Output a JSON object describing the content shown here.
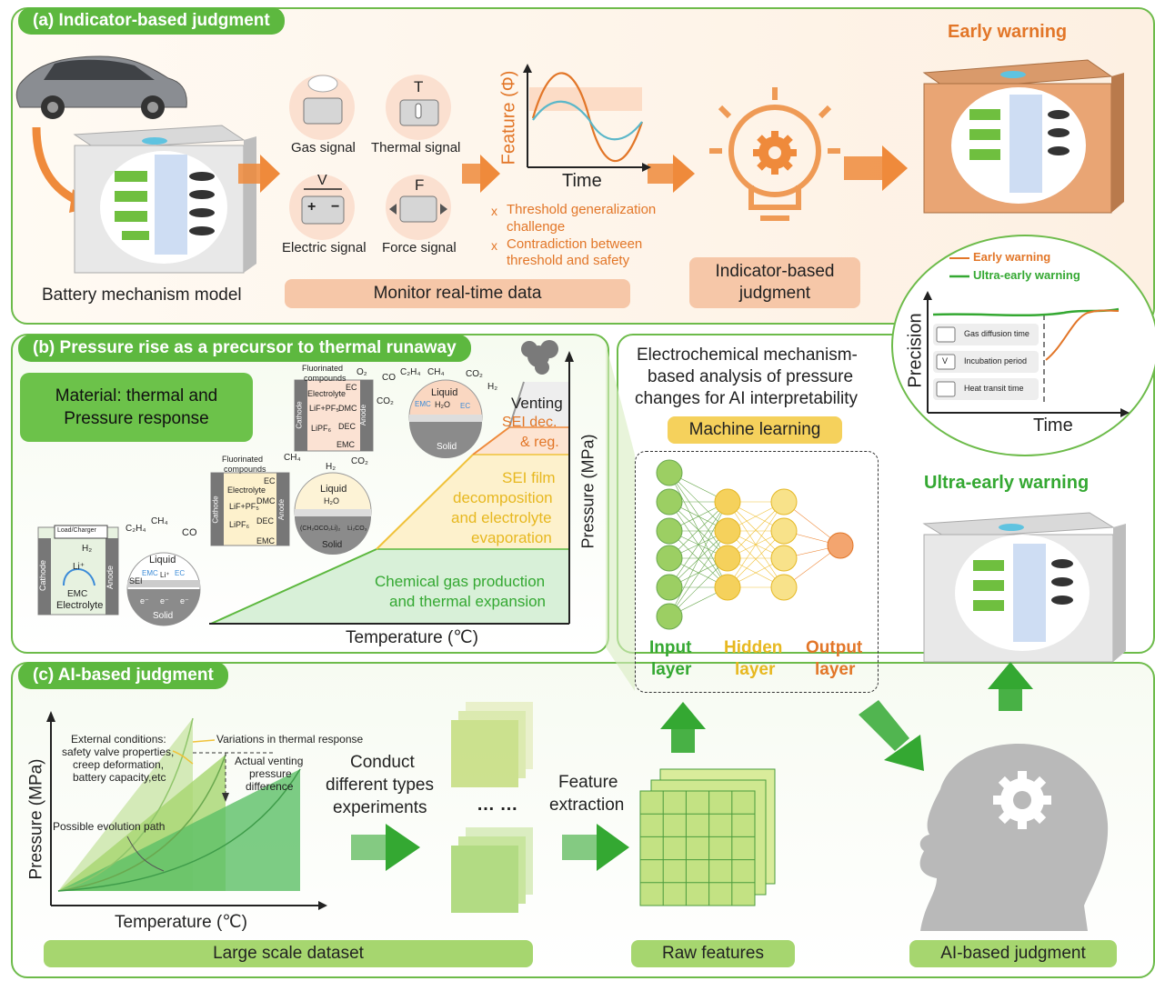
{
  "panel_a": {
    "tag": "(a) Indicator-based judgment",
    "battery_model": "Battery mechanism model",
    "signals": {
      "gas": "Gas signal",
      "thermal": "Thermal signal",
      "thermal_letter": "T",
      "electric": "Electric signal",
      "electric_letter": "V",
      "plus": "+",
      "minus": "−",
      "force": "Force signal",
      "force_letter": "F"
    },
    "chart": {
      "ylabel": "Feature (Φ)",
      "xlabel": "Time"
    },
    "challenges": [
      {
        "mark": "x",
        "line1": "Threshold generalization",
        "line2": "challenge"
      },
      {
        "mark": "x",
        "line1": "Contradiction between",
        "line2": "threshold and safety"
      }
    ],
    "monitor_label": "Monitor real-time data",
    "judgment_line1": "Indicator-based",
    "judgment_line2": "judgment",
    "early_warning": "Early warning"
  },
  "precision_chart": {
    "legend": [
      "Early warning",
      "Ultra-early warning"
    ],
    "ylabel": "Precision",
    "xlabel": "Time",
    "items": [
      "Gas diffusion time",
      "Incubation period",
      "Heat transit time"
    ],
    "icon_v": "V"
  },
  "panel_b": {
    "tag": "(b) Pressure rise as a precursor to thermal runaway",
    "material_line1": "Material: thermal and",
    "material_line2": "Pressure response",
    "stages": {
      "venting": "Venting",
      "sei_dec_1": "SEI dec.",
      "sei_dec_2": "& reg.",
      "sei_film_1": "SEI film",
      "sei_film_2": "decomposition",
      "sei_film_3": "and electrolyte",
      "sei_film_4": "evaporation",
      "chem_1": "Chemical gas production",
      "chem_2": "and thermal expansion"
    },
    "ylabel": "Pressure (MPa)",
    "xlabel": "Temperature (℃)",
    "cells": {
      "load_charger": "Load/Charger",
      "cathode": "Cathode",
      "anode": "Anode",
      "electrolyte": "Electrolyte",
      "li": "Li⁺",
      "emc": "EMC",
      "fluorinated_1": "Fluorinated",
      "fluorinated_2": "compounds",
      "ec": "EC",
      "dmc": "DMC",
      "dec": "DEC",
      "lipf6": "LiPF₆",
      "lif": "LiF+PF₅",
      "liquid": "Liquid",
      "solid": "Solid",
      "sei": "SEI",
      "electron": "e⁻",
      "h2o": "H₂O",
      "ch2oco2li": "(CH₂OCO₂Li)₂",
      "li2co3": "Li₂CO₃"
    },
    "gases": {
      "co": "CO",
      "co2": "CO₂",
      "h2": "H₂",
      "ch4": "CH₄",
      "c2h4": "C₂H₄",
      "o2": "O₂"
    }
  },
  "ml": {
    "title_1": "Electrochemical mechanism-",
    "title_2": "based analysis of pressure",
    "title_3": "changes for AI interpretability",
    "badge": "Machine learning",
    "input_1": "Input",
    "input_2": "layer",
    "hidden_1": "Hidden",
    "hidden_2": "layer",
    "output_1": "Output",
    "output_2": "layer",
    "ultra_early": "Ultra-early warning"
  },
  "panel_c": {
    "tag": "(c) AI-based judgment",
    "ext_1": "External conditions:",
    "ext_2": "safety valve properties,",
    "ext_3": "creep deformation,",
    "ext_4": "battery capacity,etc",
    "variations": "Variations in thermal response",
    "actual_1": "Actual venting",
    "actual_2": "pressure",
    "actual_3": "difference",
    "evolution": "Possible evolution path",
    "ylabel": "Pressure (MPa)",
    "xlabel": "Temperature (℃)",
    "conduct_1": "Conduct",
    "conduct_2": "different types",
    "conduct_3": "experiments",
    "dots": "… …",
    "feature_1": "Feature",
    "feature_2": "extraction",
    "large_dataset": "Large scale dataset",
    "raw_features": "Raw features",
    "ai_judgment": "AI-based judgment"
  },
  "colors": {
    "green": "#5db83f",
    "orange": "#e27628",
    "yellow": "#f1cf5a",
    "peach": "#f6c7a8",
    "light_green": "#a6d66f"
  }
}
